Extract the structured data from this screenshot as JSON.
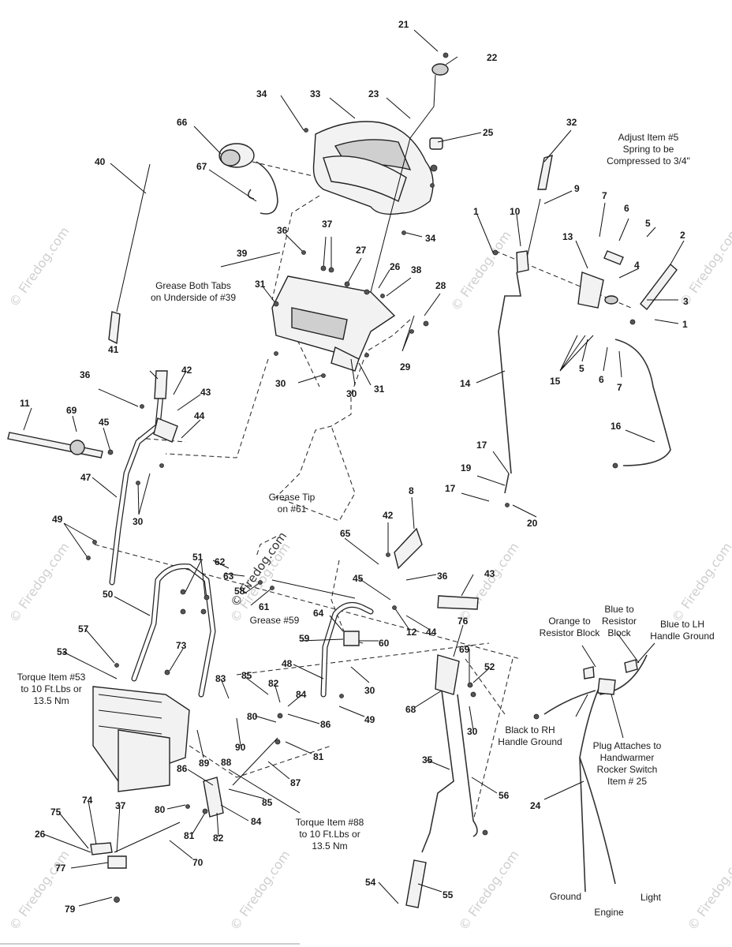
{
  "callouts": [
    {
      "id": "c21",
      "label": "21"
    },
    {
      "id": "c22",
      "label": "22"
    },
    {
      "id": "c23",
      "label": "23"
    },
    {
      "id": "c33",
      "label": "33"
    },
    {
      "id": "c34a",
      "label": "34"
    },
    {
      "id": "c25",
      "label": "25"
    },
    {
      "id": "c66",
      "label": "66"
    },
    {
      "id": "c67",
      "label": "67"
    },
    {
      "id": "c40",
      "label": "40"
    },
    {
      "id": "c34b",
      "label": "34"
    },
    {
      "id": "c32",
      "label": "32"
    },
    {
      "id": "c9",
      "label": "9"
    },
    {
      "id": "c1a",
      "label": "1"
    },
    {
      "id": "c10",
      "label": "10"
    },
    {
      "id": "c7a",
      "label": "7"
    },
    {
      "id": "c6a",
      "label": "6"
    },
    {
      "id": "c5a",
      "label": "5"
    },
    {
      "id": "c13",
      "label": "13"
    },
    {
      "id": "c2",
      "label": "2"
    },
    {
      "id": "c4",
      "label": "4"
    },
    {
      "id": "c3",
      "label": "3"
    },
    {
      "id": "c1b",
      "label": "1"
    },
    {
      "id": "c5b",
      "label": "5"
    },
    {
      "id": "c6b",
      "label": "6"
    },
    {
      "id": "c7b",
      "label": "7"
    },
    {
      "id": "c15",
      "label": "15"
    },
    {
      "id": "c14",
      "label": "14"
    },
    {
      "id": "c16",
      "label": "16"
    },
    {
      "id": "c17a",
      "label": "17"
    },
    {
      "id": "c19",
      "label": "19"
    },
    {
      "id": "c17b",
      "label": "17"
    },
    {
      "id": "c20",
      "label": "20"
    },
    {
      "id": "c36a",
      "label": "36"
    },
    {
      "id": "c37a",
      "label": "37"
    },
    {
      "id": "c39",
      "label": "39"
    },
    {
      "id": "c27",
      "label": "27"
    },
    {
      "id": "c26a",
      "label": "26"
    },
    {
      "id": "c38",
      "label": "38"
    },
    {
      "id": "c28",
      "label": "28"
    },
    {
      "id": "c31a",
      "label": "31"
    },
    {
      "id": "c29",
      "label": "29"
    },
    {
      "id": "c30a",
      "label": "30"
    },
    {
      "id": "c30b",
      "label": "30"
    },
    {
      "id": "c31b",
      "label": "31"
    },
    {
      "id": "c41",
      "label": "41"
    },
    {
      "id": "c42a",
      "label": "42"
    },
    {
      "id": "c36b",
      "label": "36"
    },
    {
      "id": "c43a",
      "label": "43"
    },
    {
      "id": "c44a",
      "label": "44"
    },
    {
      "id": "c11",
      "label": "11"
    },
    {
      "id": "c69a",
      "label": "69"
    },
    {
      "id": "c45a",
      "label": "45"
    },
    {
      "id": "c47",
      "label": "47"
    },
    {
      "id": "c30c",
      "label": "30"
    },
    {
      "id": "c49a",
      "label": "49"
    },
    {
      "id": "c8",
      "label": "8"
    },
    {
      "id": "c42b",
      "label": "42"
    },
    {
      "id": "c65",
      "label": "65"
    },
    {
      "id": "c36c",
      "label": "36"
    },
    {
      "id": "c43b",
      "label": "43"
    },
    {
      "id": "c45b",
      "label": "45"
    },
    {
      "id": "c12",
      "label": "12"
    },
    {
      "id": "c44b",
      "label": "44"
    },
    {
      "id": "c62",
      "label": "62"
    },
    {
      "id": "c63",
      "label": "63"
    },
    {
      "id": "c51",
      "label": "51"
    },
    {
      "id": "c58",
      "label": "58"
    },
    {
      "id": "c61",
      "label": "61"
    },
    {
      "id": "c50",
      "label": "50"
    },
    {
      "id": "c64",
      "label": "64"
    },
    {
      "id": "c59",
      "label": "59"
    },
    {
      "id": "c60",
      "label": "60"
    },
    {
      "id": "c76",
      "label": "76"
    },
    {
      "id": "c57",
      "label": "57"
    },
    {
      "id": "c73",
      "label": "73"
    },
    {
      "id": "c53",
      "label": "53"
    },
    {
      "id": "c48",
      "label": "48"
    },
    {
      "id": "c69b",
      "label": "69"
    },
    {
      "id": "c52",
      "label": "52"
    },
    {
      "id": "c85a",
      "label": "85"
    },
    {
      "id": "c83",
      "label": "83"
    },
    {
      "id": "c82a",
      "label": "82"
    },
    {
      "id": "c84a",
      "label": "84"
    },
    {
      "id": "c30d",
      "label": "30"
    },
    {
      "id": "c49b",
      "label": "49"
    },
    {
      "id": "c68",
      "label": "68"
    },
    {
      "id": "c30e",
      "label": "30"
    },
    {
      "id": "c80a",
      "label": "80"
    },
    {
      "id": "c86a",
      "label": "86"
    },
    {
      "id": "c90",
      "label": "90"
    },
    {
      "id": "c81a",
      "label": "81"
    },
    {
      "id": "c89",
      "label": "89"
    },
    {
      "id": "c88",
      "label": "88"
    },
    {
      "id": "c87",
      "label": "87"
    },
    {
      "id": "c35",
      "label": "35"
    },
    {
      "id": "c56",
      "label": "56"
    },
    {
      "id": "c86b",
      "label": "86"
    },
    {
      "id": "c85b",
      "label": "85"
    },
    {
      "id": "c84b",
      "label": "84"
    },
    {
      "id": "c80b",
      "label": "80"
    },
    {
      "id": "c81b",
      "label": "81"
    },
    {
      "id": "c82b",
      "label": "82"
    },
    {
      "id": "c74",
      "label": "74"
    },
    {
      "id": "c37b",
      "label": "37"
    },
    {
      "id": "c75",
      "label": "75"
    },
    {
      "id": "c26b",
      "label": "26"
    },
    {
      "id": "c70",
      "label": "70"
    },
    {
      "id": "c77",
      "label": "77"
    },
    {
      "id": "c79",
      "label": "79"
    },
    {
      "id": "c54",
      "label": "54"
    },
    {
      "id": "c55",
      "label": "55"
    },
    {
      "id": "c24",
      "label": "24"
    }
  ],
  "notes": {
    "adjust_item5": [
      "Adjust Item #5",
      "Spring to be",
      "Compressed to 3/4\""
    ],
    "grease_tabs": [
      "Grease Both Tabs",
      "on Underside of #39"
    ],
    "grease_tip": [
      "Grease Tip",
      "on #61"
    ],
    "grease_59": "Grease #59",
    "torque_53": [
      "Torque Item #53",
      "to 10 Ft.Lbs or",
      "13.5 Nm"
    ],
    "torque_88": [
      "Torque Item #88",
      "to 10 Ft.Lbs or",
      "13.5 Nm"
    ],
    "blue_resistor": [
      "Blue to",
      "Resistor",
      "Block"
    ],
    "blue_lh": [
      "Blue to LH",
      "Handle Ground"
    ],
    "orange_resistor": [
      "Orange to",
      "Resistor Block"
    ],
    "black_rh": [
      "Black to RH",
      "Handle Ground"
    ],
    "plug_attaches": [
      "Plug Attaches to",
      "Handwarmer",
      "Rocker Switch",
      "Item # 25"
    ],
    "ground": "Ground",
    "engine": "Engine",
    "light": "Light"
  },
  "watermark": "© Firedog.com"
}
